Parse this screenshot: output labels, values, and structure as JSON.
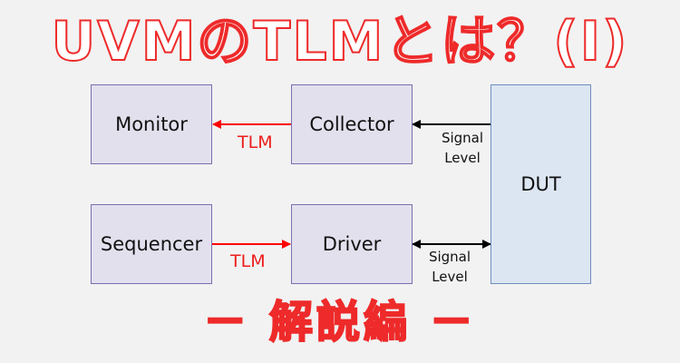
{
  "title": "UVMのTLMとは？(I)",
  "subtitle": "－ 解説編 －",
  "blocks": {
    "monitor": "Monitor",
    "collector": "Collector",
    "sequencer": "Sequencer",
    "driver": "Driver",
    "dut": "DUT"
  },
  "connections": {
    "collector_monitor": "TLM",
    "sequencer_driver": "TLM",
    "dut_collector_line1": "Signal",
    "dut_collector_line2": "Level",
    "driver_dut_line1": "Signal",
    "driver_dut_line2": "Level"
  },
  "colors": {
    "accent": "#ee2a2a",
    "block_fill": "#e3e0ee",
    "dut_fill": "#dce6f2"
  }
}
